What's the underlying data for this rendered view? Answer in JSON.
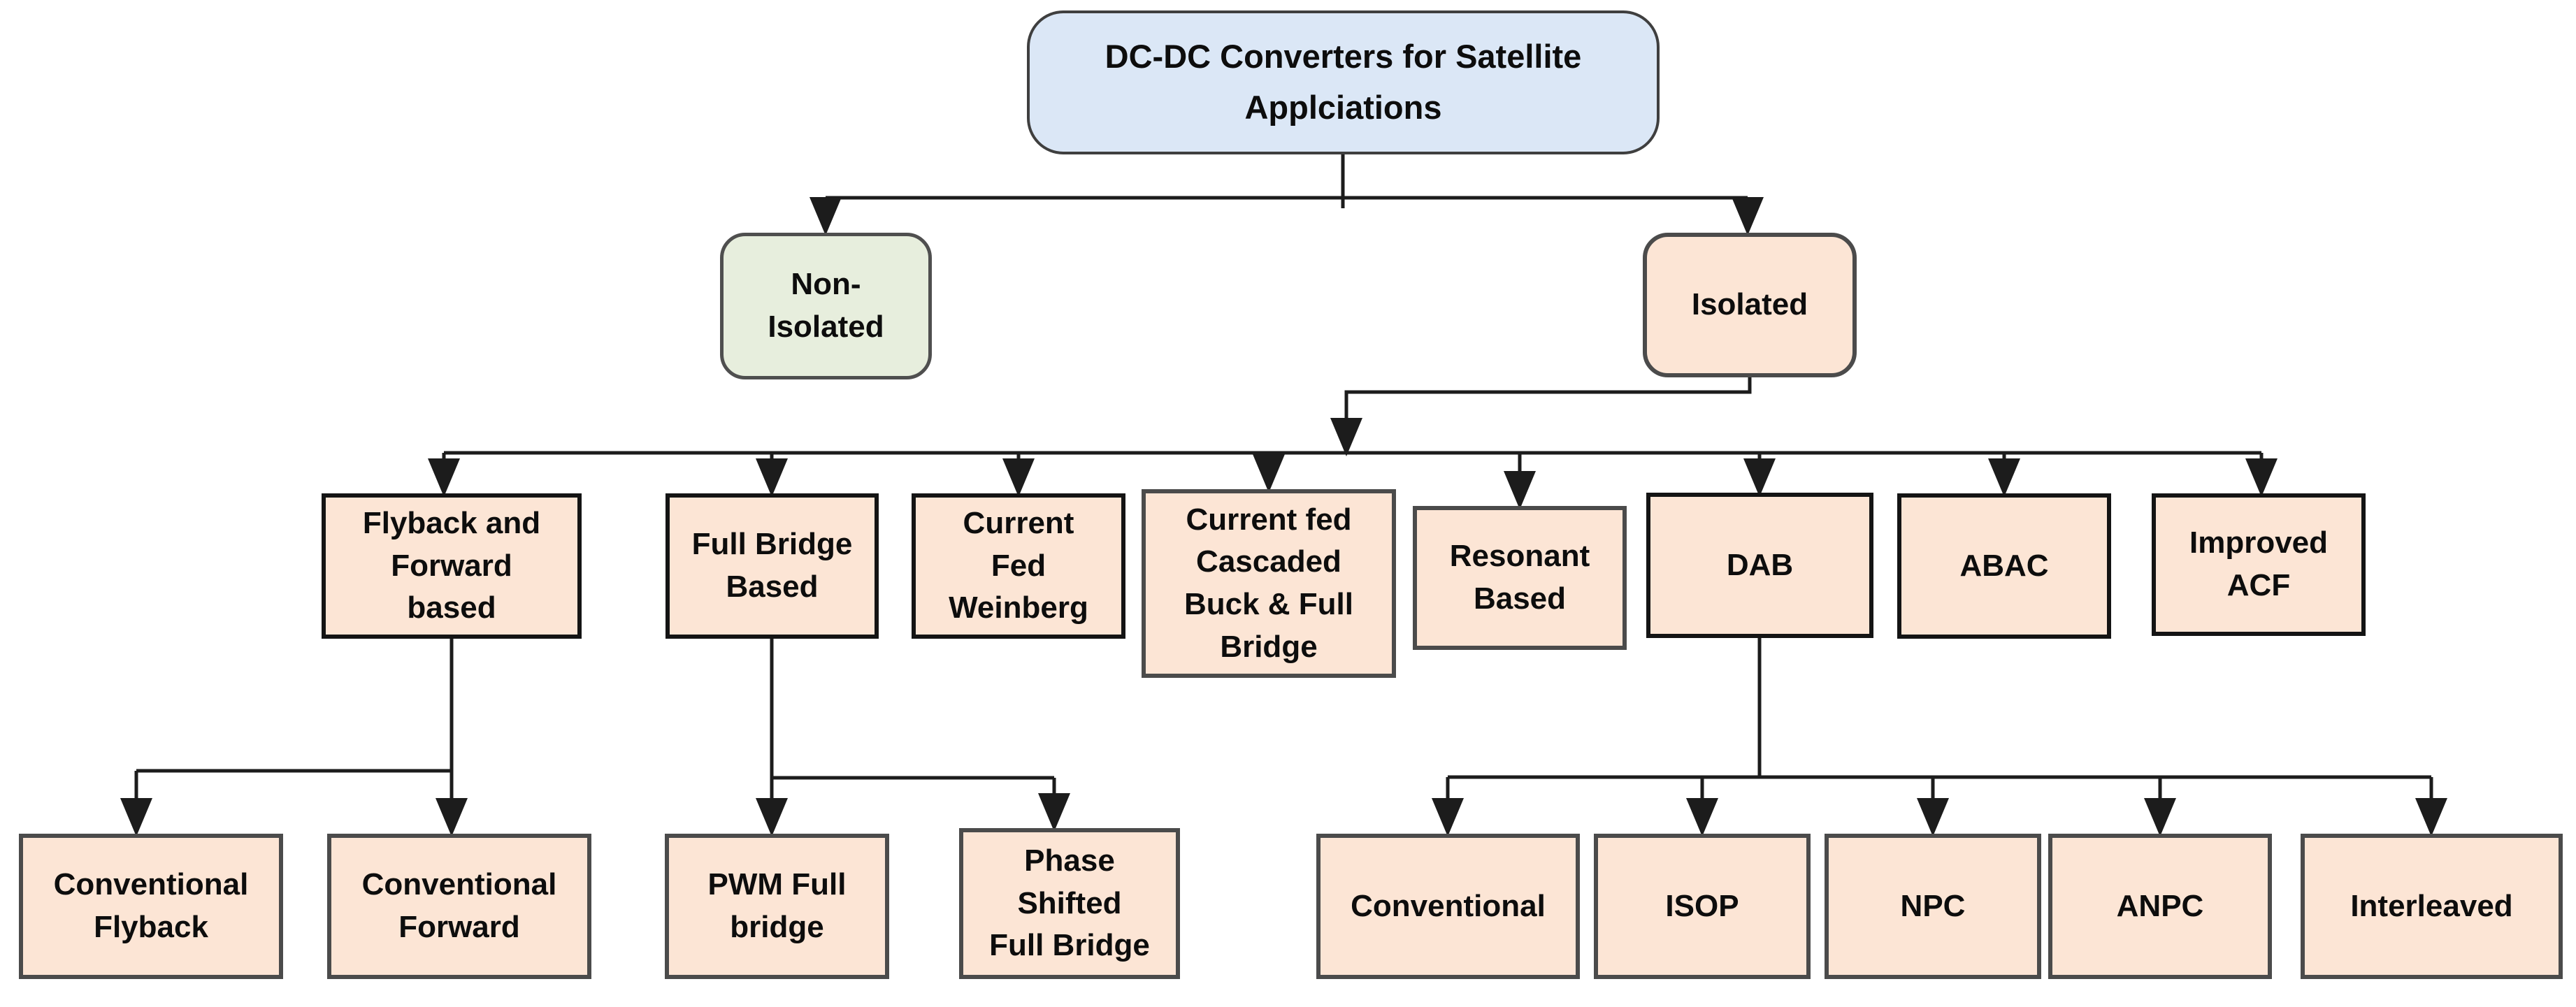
{
  "diagram": {
    "type": "flowchart-tree",
    "description": "Classification tree of DC-DC converters for satellite applications"
  },
  "colors": {
    "root_fill": "#dbe7f6",
    "non_isolated_fill": "#e7eedd",
    "converter_fill": "#fce5d5",
    "line_color": "#1c1c1c",
    "black_border": "#141414",
    "gray_border": "#4b4b4b"
  },
  "nodes": [
    {
      "id": "root",
      "label": "DC-DC Converters for Satellite\nApplciations"
    },
    {
      "id": "non_isolated",
      "label": "Non-\nIsolated"
    },
    {
      "id": "isolated",
      "label": "Isolated"
    },
    {
      "id": "flyback_forward",
      "label": "Flyback and\nForward\nbased"
    },
    {
      "id": "full_bridge",
      "label": "Full Bridge\nBased"
    },
    {
      "id": "cf_weinberg",
      "label": "Current\nFed\nWeinberg"
    },
    {
      "id": "cf_cascaded",
      "label": "Current fed\nCascaded\nBuck & Full\nBridge"
    },
    {
      "id": "resonant",
      "label": "Resonant\nBased"
    },
    {
      "id": "dab",
      "label": "DAB"
    },
    {
      "id": "abac",
      "label": "ABAC"
    },
    {
      "id": "improved_acf",
      "label": "Improved\nACF"
    },
    {
      "id": "conv_flyback",
      "label": "Conventional\nFlyback"
    },
    {
      "id": "conv_forward",
      "label": "Conventional\nForward"
    },
    {
      "id": "pwm_full_bridge",
      "label": "PWM Full\nbridge"
    },
    {
      "id": "ps_full_bridge",
      "label": "Phase\nShifted\nFull Bridge"
    },
    {
      "id": "dab_conventional",
      "label": "Conventional"
    },
    {
      "id": "isop",
      "label": "ISOP"
    },
    {
      "id": "npc",
      "label": "NPC"
    },
    {
      "id": "anpc",
      "label": "ANPC"
    },
    {
      "id": "interleaved",
      "label": "Interleaved"
    }
  ],
  "edges": [
    {
      "from": "root",
      "to": "non_isolated"
    },
    {
      "from": "root",
      "to": "isolated"
    },
    {
      "from": "isolated",
      "to": "flyback_forward"
    },
    {
      "from": "isolated",
      "to": "full_bridge"
    },
    {
      "from": "isolated",
      "to": "cf_weinberg"
    },
    {
      "from": "isolated",
      "to": "cf_cascaded"
    },
    {
      "from": "isolated",
      "to": "resonant"
    },
    {
      "from": "isolated",
      "to": "dab"
    },
    {
      "from": "isolated",
      "to": "abac"
    },
    {
      "from": "isolated",
      "to": "improved_acf"
    },
    {
      "from": "flyback_forward",
      "to": "conv_flyback"
    },
    {
      "from": "flyback_forward",
      "to": "conv_forward"
    },
    {
      "from": "full_bridge",
      "to": "pwm_full_bridge"
    },
    {
      "from": "full_bridge",
      "to": "ps_full_bridge"
    },
    {
      "from": "dab",
      "to": "dab_conventional"
    },
    {
      "from": "dab",
      "to": "isop"
    },
    {
      "from": "dab",
      "to": "npc"
    },
    {
      "from": "dab",
      "to": "anpc"
    },
    {
      "from": "dab",
      "to": "interleaved"
    }
  ]
}
